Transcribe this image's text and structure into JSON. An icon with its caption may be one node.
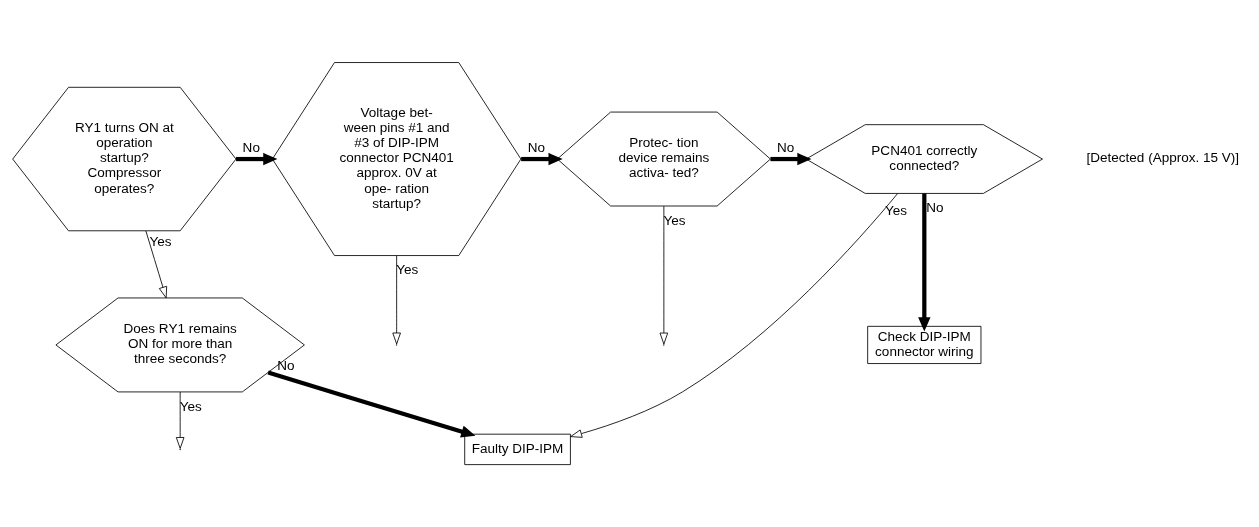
{
  "diagram": {
    "nodes": [
      {
        "text": [
          "RY1 turns ON at operation startup? Compressor operates?"
        ]
      },
      {
        "text": [
          "Voltage bet- ween pins #1 and #3 of DIP-IPM connector PCN401 approx. 0V at ope- ration startup?"
        ]
      },
      {
        "text": [
          "Protec- tion device remains activa- ted?"
        ]
      },
      {
        "text": [
          "PCN401 correctly connected?"
        ]
      },
      {
        "text": [
          "Check DIP-IPM connector wiring"
        ]
      },
      {
        "text": [
          "Does RY1 remains ON for more than three seconds?"
        ]
      },
      {
        "text": [
          "Faulty DIP-IPM"
        ]
      }
    ],
    "edges": [
      {
        "from": 0,
        "to": 1,
        "arrow": "to",
        "label": "No",
        "style": "thick"
      },
      {
        "from": 0,
        "to": 5,
        "arrow": "to",
        "label": "Yes"
      },
      {
        "from": 1,
        "to": 2,
        "arrow": "to",
        "label": "No",
        "style": "thick"
      },
      {
        "from": 1,
        "to": null,
        "arrow": "to",
        "label": "Yes"
      },
      {
        "from": 2,
        "to": 3,
        "arrow": "to",
        "label": "No",
        "style": "thick"
      },
      {
        "from": 2,
        "to": null,
        "arrow": "to",
        "label": "Yes"
      },
      {
        "from": 3,
        "to": 4,
        "arrow": "to",
        "label": "No",
        "style": "thick"
      },
      {
        "from": 3,
        "to": 6,
        "arrow": "to",
        "label": "Yes"
      },
      {
        "from": 5,
        "to": 6,
        "arrow": "to",
        "label": "No",
        "style": "thick"
      },
      {
        "from": 5,
        "to": null,
        "arrow": "to",
        "label": "Yes"
      }
    ],
    "labels": [
      "[Detected (Approx. 15 V)]"
    ]
  }
}
